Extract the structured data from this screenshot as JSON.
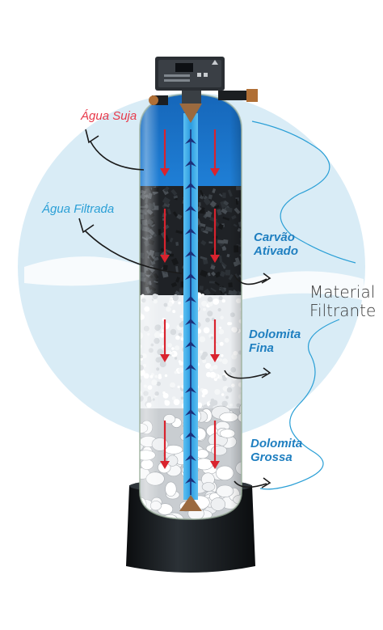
{
  "labels": {
    "dirty_water": "Água Suja",
    "filtered_water": "Água Filtrada",
    "activated_carbon": [
      "Carvão",
      "Ativado"
    ],
    "fine_dolomite": [
      "Dolomita",
      "Fina"
    ],
    "coarse_dolomite": [
      "Dolomita",
      "Grossa"
    ],
    "filter_material": [
      "Material",
      "Filtrante"
    ]
  },
  "colors": {
    "water_top": "#1a6fc4",
    "carbon": "#1f2226",
    "fine_dolomite": "#eceff2",
    "coarse_dolomite": "#dcdfe2",
    "base": "#15191c",
    "tube": "#37a8e8",
    "down_arrow": "#d9232e",
    "up_arrow": "#1b2f7a",
    "bg_circle": "#d9ecf6",
    "curve": "#2a9fd6",
    "text_red": "#e8394a",
    "text_blue": "#2a9fd6",
    "text_media": "#1f7fc0",
    "text_dark": "#3b3b3b"
  },
  "icons": [
    "control-valve-icon",
    "down-flow-arrow-icon",
    "up-flow-arrow-icon",
    "pointer-arrow-icon"
  ]
}
